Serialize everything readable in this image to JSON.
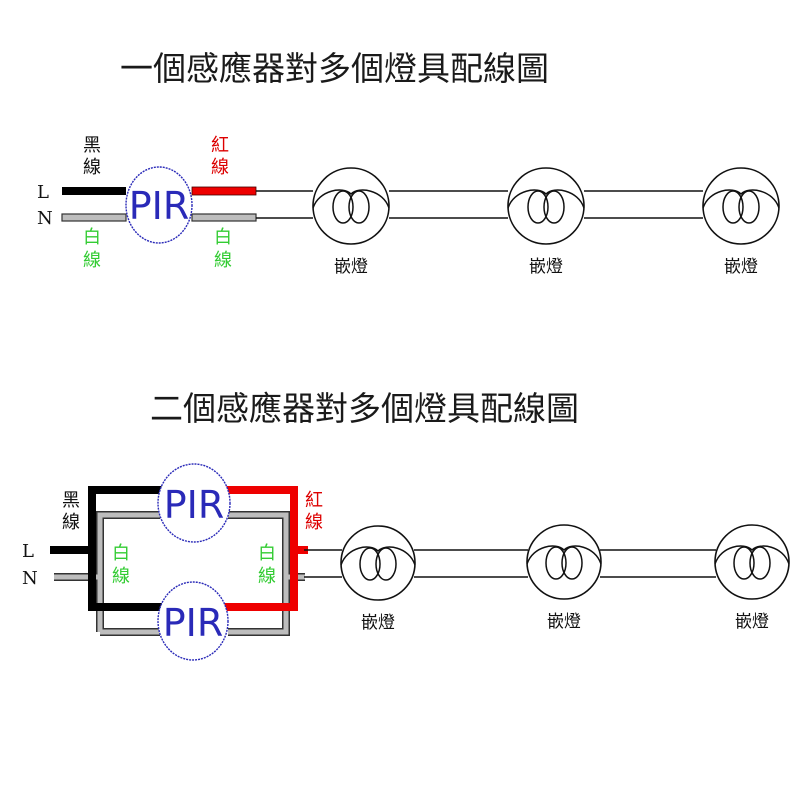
{
  "colors": {
    "black_wire": "#000000",
    "red_wire": "#ee0000",
    "white_wire_fill": "#bdbdbd",
    "white_wire_edge": "#333333",
    "black_label": "#111111",
    "red_label": "#dd0000",
    "white_label": "#33cc33",
    "pir_blue": "#2a2ab8",
    "lamp_line": "#111111"
  },
  "diagram1": {
    "title": "一個感應器對多個燈具配線圖",
    "terminals": {
      "live": "L",
      "neutral": "N"
    },
    "labels": {
      "black_wire": [
        "黑",
        "線"
      ],
      "red_wire": [
        "紅",
        "線"
      ],
      "white_wire_in": [
        "白",
        "線"
      ],
      "white_wire_out": [
        "白",
        "線"
      ]
    },
    "sensors": [
      {
        "label": "PIR"
      }
    ],
    "lamps": [
      {
        "label": "嵌燈"
      },
      {
        "label": "嵌燈"
      },
      {
        "label": "嵌燈"
      }
    ]
  },
  "diagram2": {
    "title": "二個感應器對多個燈具配線圖",
    "terminals": {
      "live": "L",
      "neutral": "N"
    },
    "labels": {
      "black_wire": [
        "黑",
        "線"
      ],
      "red_wire": [
        "紅",
        "線"
      ],
      "white_wire_in": [
        "白",
        "線"
      ],
      "white_wire_out": [
        "白",
        "線"
      ]
    },
    "sensors": [
      {
        "label": "PIR"
      },
      {
        "label": "PIR"
      }
    ],
    "lamps": [
      {
        "label": "嵌燈"
      },
      {
        "label": "嵌燈"
      },
      {
        "label": "嵌燈"
      }
    ]
  }
}
